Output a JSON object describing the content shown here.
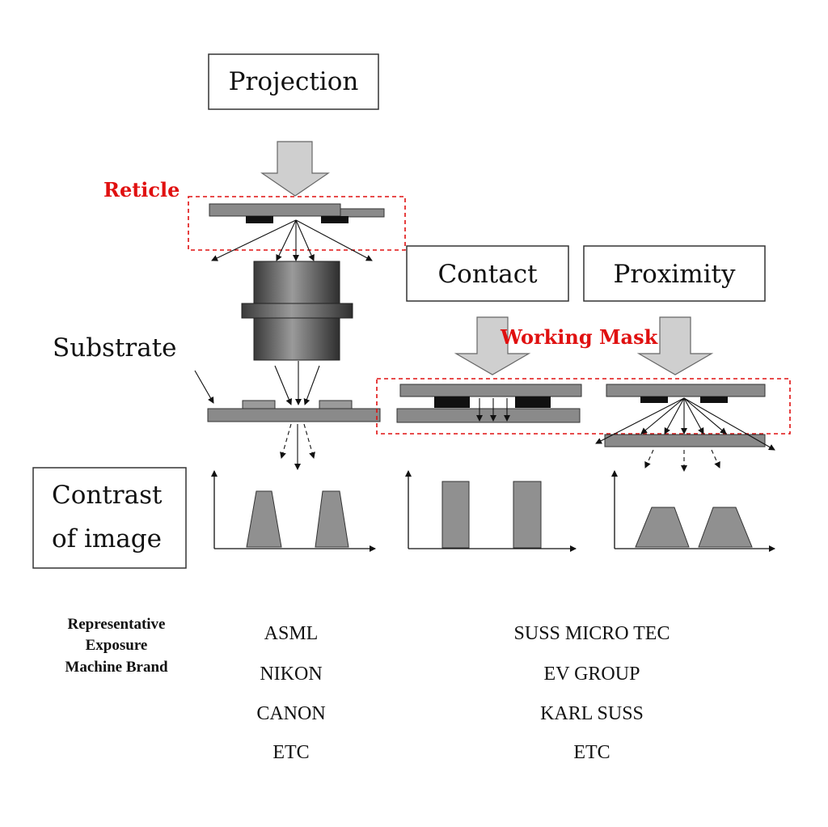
{
  "methods": {
    "projection": "Projection",
    "contact": "Contact",
    "proximity": "Proximity"
  },
  "labels": {
    "reticle": "Reticle",
    "working_mask": "Working Mask",
    "substrate": "Substrate",
    "contrast_line1": "Contrast",
    "contrast_line2": "of image"
  },
  "brands_header": {
    "line1": "Representative",
    "line2": "Exposure",
    "line3": "Machine Brand"
  },
  "projection_brands": [
    "ASML",
    "NIKON",
    "CANON",
    "ETC"
  ],
  "contact_proximity_brands": [
    "SUSS MICRO TEC",
    "EV GROUP",
    "KARL SUSS",
    "ETC"
  ],
  "colors": {
    "highlight_red": "#e01010",
    "plate_gray": "#8a8a8a",
    "arrow_fill": "#cfcfcf",
    "profile_gray": "#909090"
  }
}
